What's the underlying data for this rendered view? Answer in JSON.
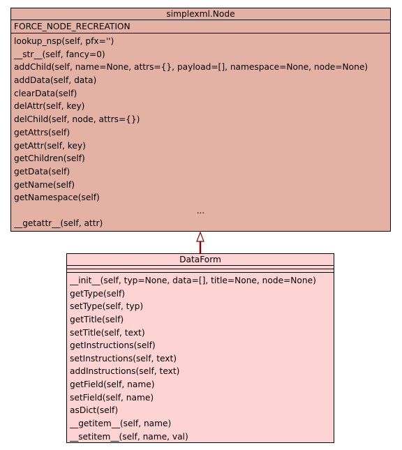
{
  "diagram_type": "uml-class-diagram",
  "colors": {
    "parent_fill": "#e3b2a5",
    "child_fill": "#fdd3d4",
    "connector": "#8b0000",
    "outline": "#000000"
  },
  "parent_class": {
    "name": "simplexml.Node",
    "attributes": [
      "FORCE_NODE_RECREATION"
    ],
    "methods": [
      "lookup_nsp(self, pfx='')",
      "__str__(self, fancy=0)",
      "addChild(self, name=None, attrs={}, payload=[], namespace=None, node=None)",
      "addData(self, data)",
      "clearData(self)",
      "delAttr(self, key)",
      "delChild(self, node, attrs={})",
      "getAttrs(self)",
      "getAttr(self, key)",
      "getChildren(self)",
      "getData(self)",
      "getName(self)",
      "getNamespace(self)"
    ],
    "ellipsis": "...",
    "trailing_methods": [
      "__getattr__(self, attr)"
    ]
  },
  "child_class": {
    "name": "DataForm",
    "attributes": [],
    "methods": [
      "__init__(self, typ=None, data=[], title=None, node=None)",
      "getType(self)",
      "setType(self, typ)",
      "getTitle(self)",
      "setTitle(self, text)",
      "getInstructions(self)",
      "setInstructions(self, text)",
      "addInstructions(self, text)",
      "getField(self, name)",
      "setField(self, name)",
      "asDict(self)",
      "__getitem__(self, name)",
      "__setitem__(self, name, val)"
    ]
  },
  "relationship": {
    "type": "inheritance",
    "from": "DataForm",
    "to": "simplexml.Node"
  }
}
